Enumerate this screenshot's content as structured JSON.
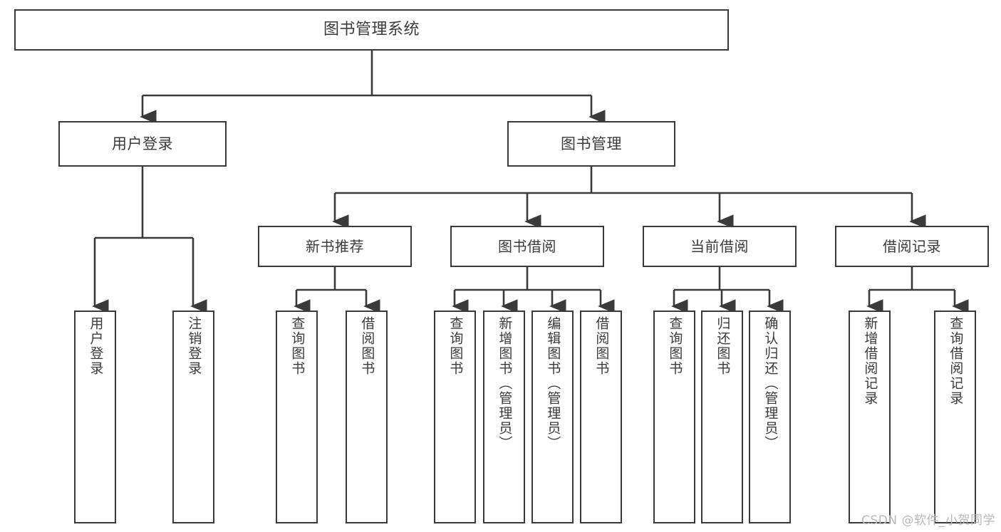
{
  "diagram": {
    "title": "图书管理系统",
    "type": "tree-hierarchy-chart",
    "watermark": "CSDN @软件_小贺同学",
    "colors": {
      "box_border": "#3a3a3a",
      "box_fill": "#ffffff",
      "connector": "#3a3a3a",
      "text": "#3b3b3b",
      "watermark": "#b9b9b9",
      "background": "#ffffff"
    },
    "root": {
      "label": "图书管理系统"
    },
    "level1": [
      {
        "label": "用户登录"
      },
      {
        "label": "图书管理"
      }
    ],
    "level2": [
      {
        "label": "新书推荐"
      },
      {
        "label": "图书借阅"
      },
      {
        "label": "当前借阅"
      },
      {
        "label": "借阅记录"
      }
    ],
    "leaves": {
      "user_login": [
        {
          "label": "用户登录"
        },
        {
          "label": "注销登录"
        }
      ],
      "new_book_recommend": [
        {
          "label": "查询图书"
        },
        {
          "label": "借阅图书"
        }
      ],
      "book_borrow": [
        {
          "label": "查询图书"
        },
        {
          "label": "新增图书（管理员）"
        },
        {
          "label": "编辑图书（管理员）"
        },
        {
          "label": "借阅图书"
        }
      ],
      "current_borrow": [
        {
          "label": "查询图书"
        },
        {
          "label": "归还图书"
        },
        {
          "label": "确认归还（管理员）"
        }
      ],
      "borrow_records": [
        {
          "label": "新增借阅记录"
        },
        {
          "label": "查询借阅记录"
        }
      ]
    }
  }
}
